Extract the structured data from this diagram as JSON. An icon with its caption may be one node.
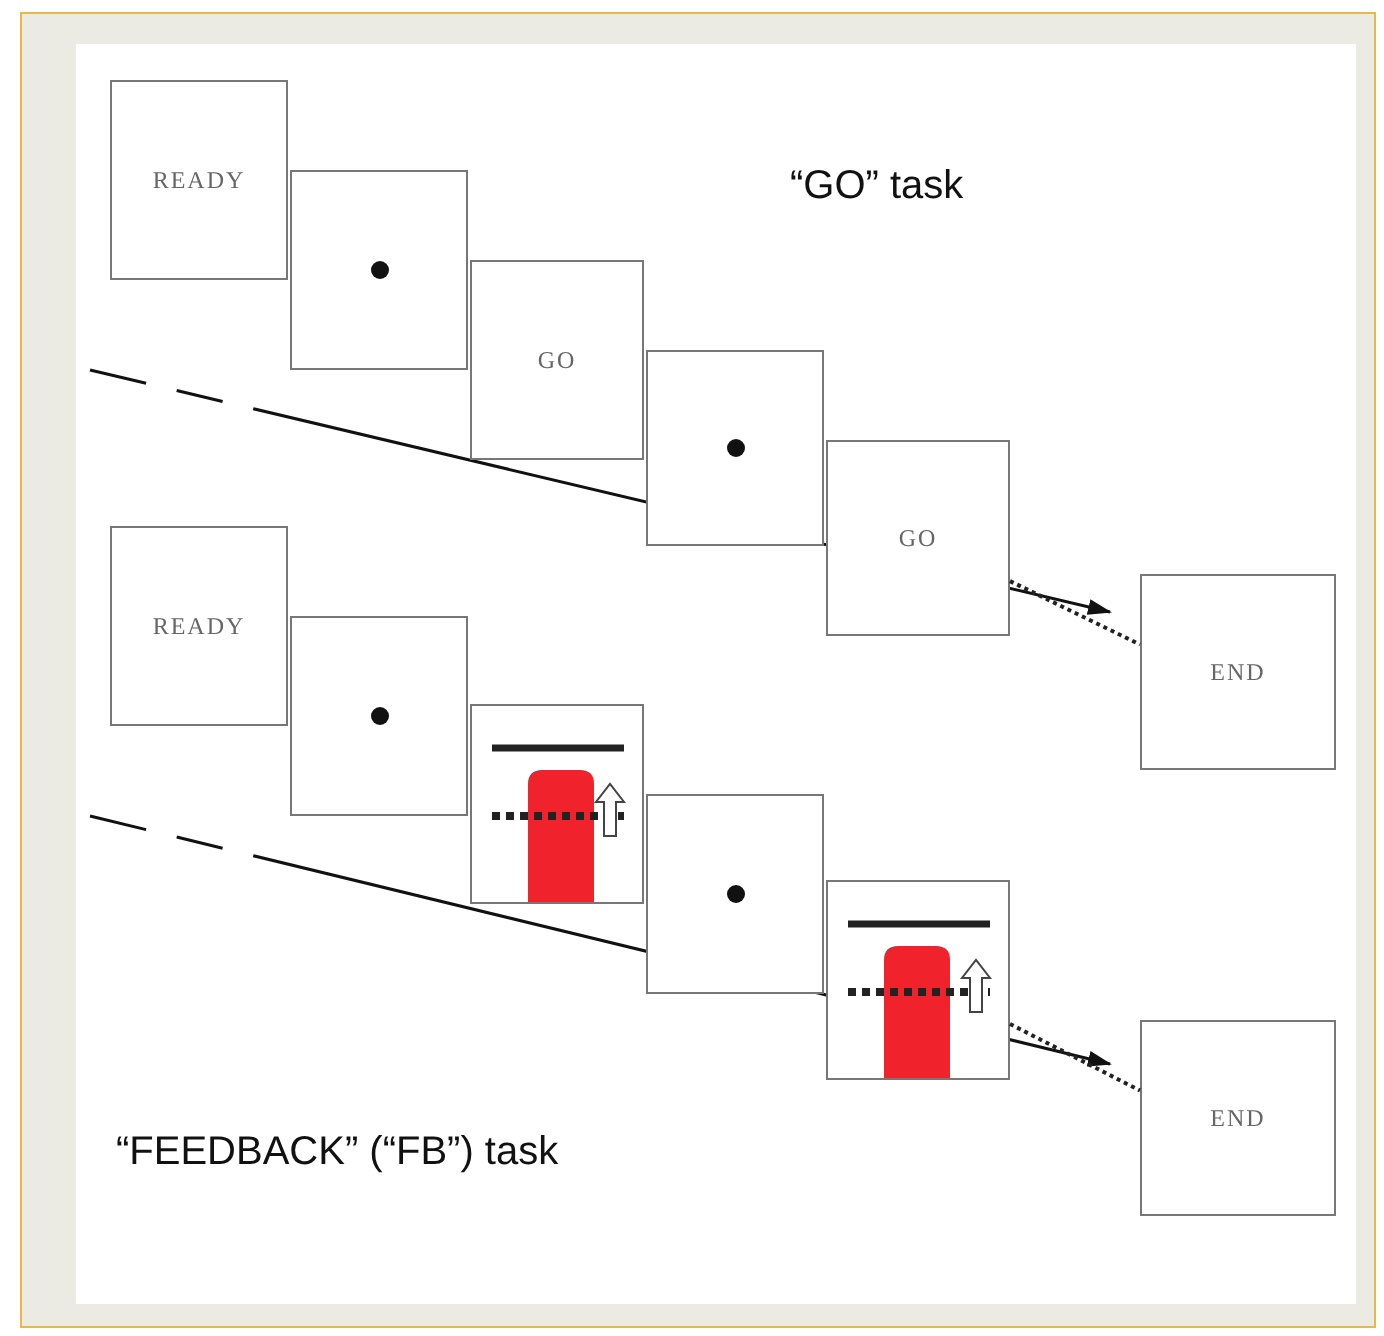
{
  "diagram": {
    "nodes": [
      {
        "text": [
          "READY"
        ]
      },
      {
        "text": [],
        "shape": "box"
      },
      {
        "text": [
          "GO"
        ]
      },
      {
        "text": [],
        "shape": "box"
      },
      {
        "text": [
          "GO"
        ]
      },
      {
        "text": [
          "END"
        ]
      },
      {
        "text": [
          "READY"
        ]
      },
      {
        "text": [],
        "shape": "box"
      },
      {
        "text": [],
        "shape": "box"
      },
      {
        "text": [],
        "shape": "box"
      },
      {
        "text": [],
        "shape": "box"
      },
      {
        "text": [
          "END"
        ]
      }
    ],
    "edges": [
      {
        "from": 4,
        "to": 5,
        "arrow": "none",
        "style": "dashed"
      },
      {
        "from": 10,
        "to": 11,
        "arrow": "none",
        "style": "dashed"
      }
    ],
    "labels": [
      "“GO” task",
      "“FEEDBACK” (“FB”) task"
    ]
  }
}
